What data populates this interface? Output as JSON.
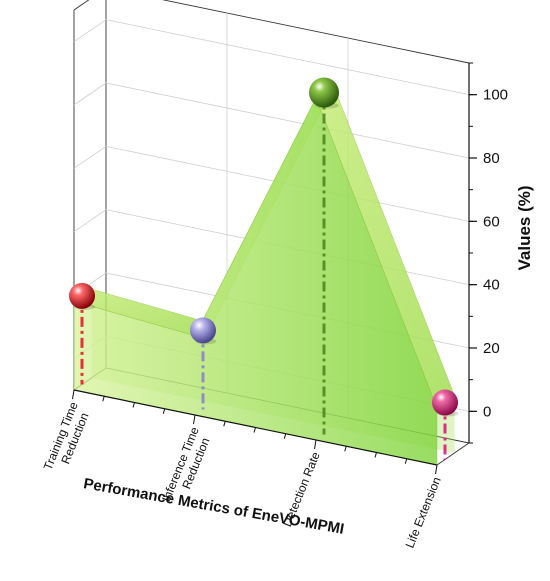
{
  "chart_data": {
    "type": "3d-line-area",
    "title": "",
    "xlabel": "Performance Metrics of EneVO-MPMI",
    "ylabel": "Values (%)",
    "ylim": [
      -10,
      110
    ],
    "yticks": [
      "0",
      "20",
      "40",
      "60",
      "80",
      "100"
    ],
    "grid": true,
    "categories": [
      {
        "line1": "Training Time",
        "line2": "Reduction"
      },
      {
        "line1": "Inference Time",
        "line2": "Reduction"
      },
      {
        "line1": "Detection Rate",
        "line2": ""
      },
      {
        "line1": "Life Extension",
        "line2": ""
      }
    ],
    "values": [
      18.0,
      15.0,
      98.0,
      8.0
    ],
    "point_colors": [
      "#e01f2b",
      "#8a84c9",
      "#4f8a1e",
      "#d81b7a"
    ],
    "fill_color": "#a8e05a"
  }
}
